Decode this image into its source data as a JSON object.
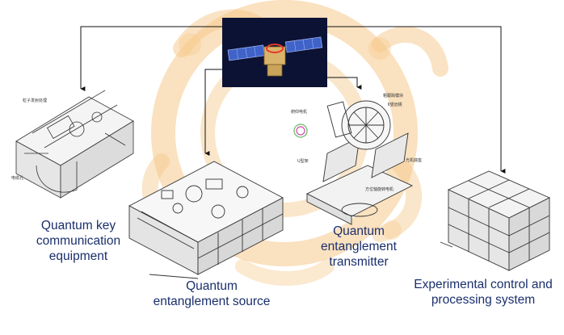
{
  "colors": {
    "label_text": "#1a2f6d",
    "connector": "#111111",
    "watermark": "#f5c88a",
    "satellite_bg": "#0c1233",
    "solar_panel": "#3f63c9"
  },
  "components": [
    {
      "id": "qkc",
      "lines": [
        "Quantum key",
        "communication",
        "equipment"
      ]
    },
    {
      "id": "qes",
      "lines": [
        "Quantum",
        "entanglement source"
      ]
    },
    {
      "id": "qet",
      "lines": [
        "Quantum",
        "entanglement",
        "transmitter"
      ]
    },
    {
      "id": "ecp",
      "lines": [
        "Experimental control and",
        "processing system"
      ]
    }
  ],
  "annotations": {
    "qkc_top": "粒子发射处理",
    "qkc_side": "电缆孔",
    "qet_1": "粗跟踪模块",
    "qet_2": "俯仰电机",
    "qet_3": "Ⅱ望远镜",
    "qet_4": "U型架",
    "qet_5": "光机底座",
    "qet_6": "方位轴旋转电机"
  }
}
